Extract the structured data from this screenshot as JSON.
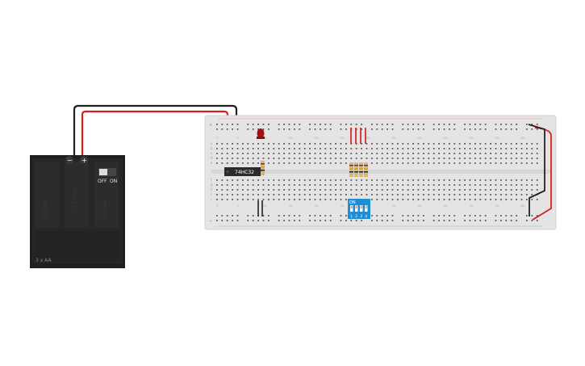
{
  "battery": {
    "label": "3 x AA",
    "cell_label": "1.5V AA",
    "switch_off": "OFF",
    "switch_on": "ON",
    "minus": "−",
    "plus": "+"
  },
  "chip": {
    "label": "74HC32"
  },
  "dip_switch": {
    "on_label": "ON",
    "numbers": [
      "1",
      "2",
      "3",
      "4"
    ]
  },
  "breadboard": {
    "column_numbers": [
      "1",
      "5",
      "10",
      "15",
      "20",
      "25",
      "30",
      "35",
      "40",
      "45",
      "50",
      "55",
      "60"
    ],
    "row_letters_top": [
      "a",
      "b",
      "c",
      "d",
      "e"
    ],
    "row_letters_bottom": [
      "f",
      "g",
      "h",
      "i",
      "j"
    ],
    "rail_plus": "+",
    "rail_minus": "−"
  },
  "colors": {
    "board": "#e4e4e4",
    "hole": "#5a5a5a",
    "wire_red": "#d42020",
    "wire_black": "#222222",
    "battery_case": "#1f1f1f",
    "chip": "#2b2b2b",
    "dip_switch": "#1e8fd6",
    "resistor_body": "#d9b57a",
    "led": "#a31212"
  }
}
